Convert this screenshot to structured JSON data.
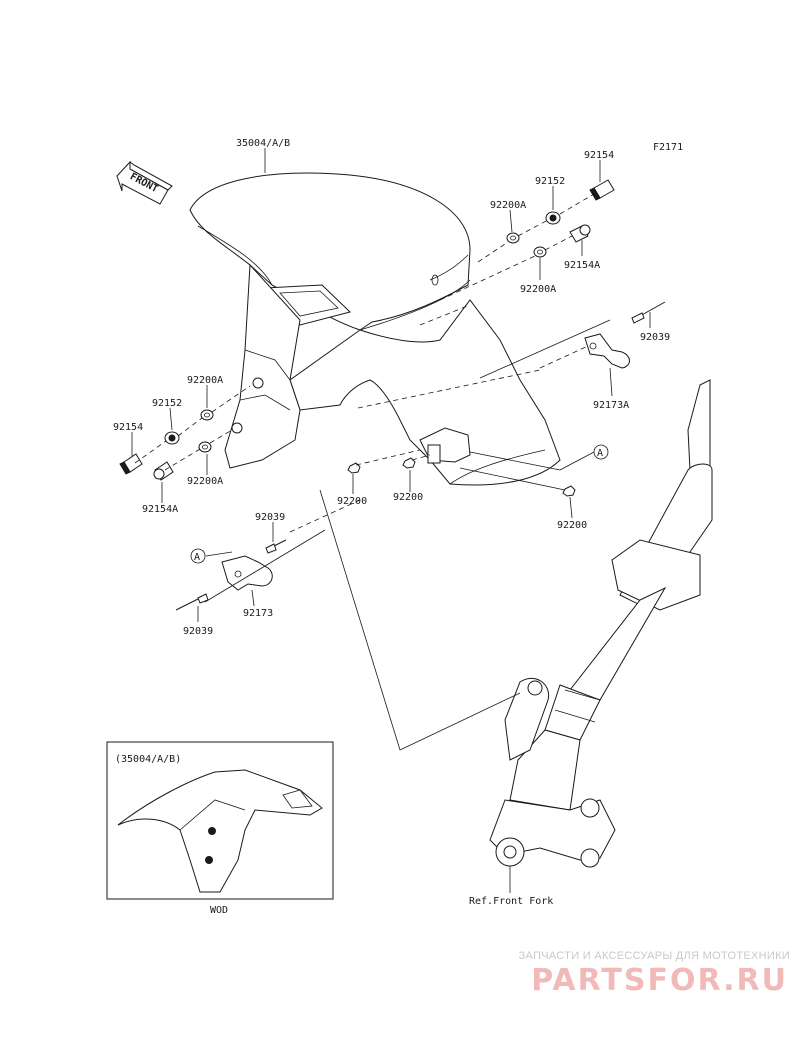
{
  "diagram": {
    "code": "F2171",
    "direction_label": "FRONT",
    "callouts": [
      {
        "id": "c-35004",
        "text": "35004/A/B"
      },
      {
        "id": "c-92154-r",
        "text": "92154"
      },
      {
        "id": "c-92152-r",
        "text": "92152"
      },
      {
        "id": "c-92200A-r1",
        "text": "92200A"
      },
      {
        "id": "c-92154A-r",
        "text": "92154A"
      },
      {
        "id": "c-92200A-r2",
        "text": "92200A"
      },
      {
        "id": "c-92039-r",
        "text": "92039"
      },
      {
        "id": "c-92173A",
        "text": "92173A"
      },
      {
        "id": "c-92200A-l1",
        "text": "92200A"
      },
      {
        "id": "c-92152-l",
        "text": "92152"
      },
      {
        "id": "c-92154-l",
        "text": "92154"
      },
      {
        "id": "c-92200A-l2",
        "text": "92200A"
      },
      {
        "id": "c-92154A-l",
        "text": "92154A"
      },
      {
        "id": "c-92200-1",
        "text": "92200"
      },
      {
        "id": "c-92200-2",
        "text": "92200"
      },
      {
        "id": "c-92200-3",
        "text": "92200"
      },
      {
        "id": "c-92039-l1",
        "text": "92039"
      },
      {
        "id": "c-92173",
        "text": "92173"
      },
      {
        "id": "c-92039-l2",
        "text": "92039"
      },
      {
        "id": "c-ref",
        "text": "Ref.Front Fork"
      }
    ],
    "marker_a": "A",
    "inset": {
      "title": "(35004/A/B)",
      "caption": "WOD"
    }
  },
  "watermark": {
    "tagline": "ЗАПЧАСТИ И АКСЕССУАРЫ ДЛЯ МОТОТЕХНИКИ",
    "logo": "PARTSFOR.RU"
  }
}
